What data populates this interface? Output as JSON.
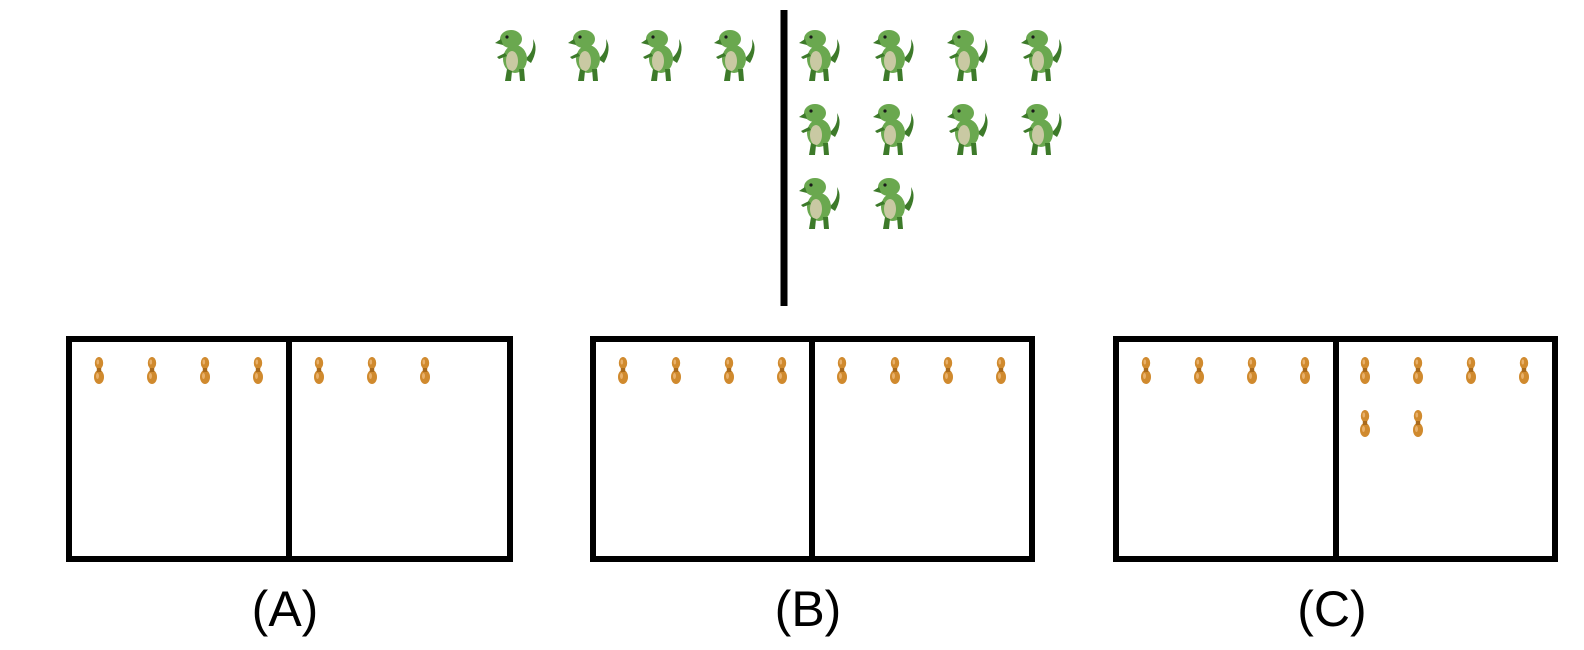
{
  "reference": {
    "icon": "dinosaur-icon",
    "left_count": 4,
    "right_count": 10
  },
  "options": [
    {
      "label": "(A)",
      "icon": "peanut-icon",
      "left_count": 4,
      "right_count": 3
    },
    {
      "label": "(B)",
      "icon": "peanut-icon",
      "left_count": 4,
      "right_count": 4
    },
    {
      "label": "(C)",
      "icon": "peanut-icon",
      "left_count": 4,
      "right_count": 6
    }
  ],
  "colors": {
    "line": "#000000",
    "dino_body": "#6aa84f",
    "dino_dark": "#3d7a2a",
    "dino_belly": "#c9c9a3",
    "peanut": "#d08a2e",
    "peanut_dark": "#a96a1c"
  }
}
